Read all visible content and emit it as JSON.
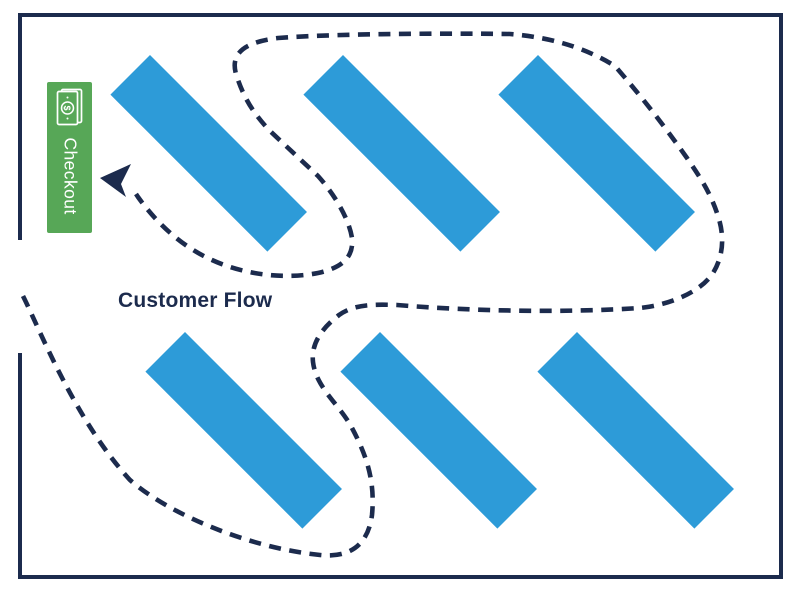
{
  "diagram": {
    "customer_flow_label": "Customer Flow",
    "checkout": {
      "label": "Checkout",
      "currency_symbol": "$"
    },
    "shelf_count": 6,
    "colors": {
      "navy": "#1c2b4d",
      "blue": "#2d9bd8",
      "green": "#57a757",
      "background": "#ffffff"
    }
  }
}
